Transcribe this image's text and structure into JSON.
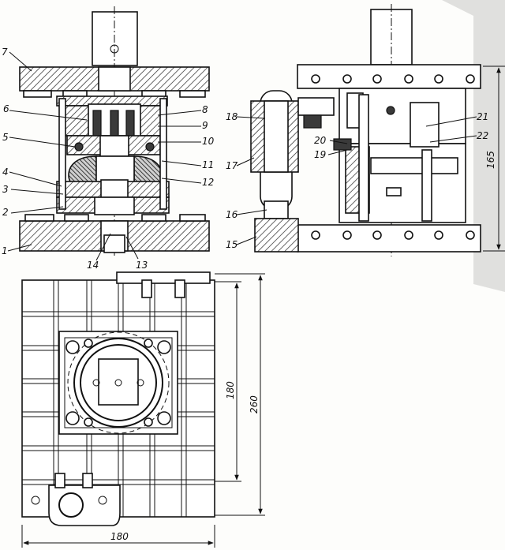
{
  "labels": {
    "n1": "1",
    "n2": "2",
    "n3": "3",
    "n4": "4",
    "n5": "5",
    "n6": "6",
    "n7": "7",
    "n8": "8",
    "n9": "9",
    "n10": "10",
    "n11": "11",
    "n12": "12",
    "n13": "13",
    "n14": "14",
    "n15": "15",
    "n16": "16",
    "n17": "17",
    "n18": "18",
    "n19": "19",
    "n20": "20",
    "n21": "21",
    "n22": "22"
  },
  "dimensions": {
    "height_side": "165",
    "plan_inner": "180",
    "plan_outer": "260",
    "plan_width": "180"
  }
}
